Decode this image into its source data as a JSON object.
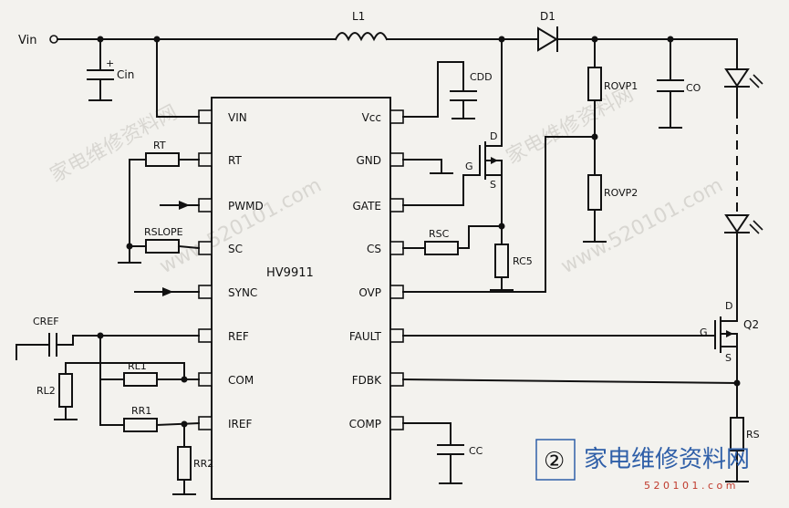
{
  "ic": {
    "name": "HV9911",
    "left_pins": [
      "VIN",
      "RT",
      "PWMD",
      "SC",
      "SYNC",
      "REF",
      "COM",
      "IREF"
    ],
    "right_pins": [
      "Vcc",
      "GND",
      "GATE",
      "CS",
      "OVP",
      "FAULT",
      "FDBK",
      "COMP"
    ]
  },
  "labels": {
    "vin": "Vin",
    "cin": "Cin",
    "l1": "L1",
    "d1": "D1",
    "cdd": "CDD",
    "rovp1": "ROVP1",
    "rovp2": "ROVP2",
    "co": "CO",
    "rt": "RT",
    "rslope": "RSLOPE",
    "rsc": "RSC",
    "rcs": "RC5",
    "cref": "CREF",
    "rl1": "RL1",
    "rl2": "RL2",
    "rr1": "RR1",
    "rr2": "RR2",
    "cc": "CC",
    "rs": "RS",
    "q2": "Q2",
    "mos_d": "D",
    "mos_g": "G",
    "mos_s": "S",
    "q2_d": "D",
    "q2_g": "G",
    "q2_s": "S",
    "plus": "+"
  },
  "watermark": {
    "circle_number": "②",
    "brand": "家电维修资料网",
    "site": "5 2 0 1 0 1 . c o m",
    "diag_text_1": "家电维修资料网",
    "diag_text_2": "www.520101.com"
  },
  "colors": {
    "ink": "#111111",
    "paper": "#f3f2ee",
    "brand_blue": "#2f5fa8",
    "site_red": "#c0392b"
  }
}
